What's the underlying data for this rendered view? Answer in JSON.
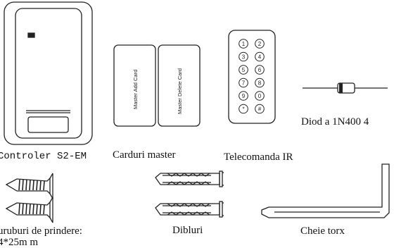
{
  "items": {
    "controller": {
      "label": "Controler   S2-EM"
    },
    "master_cards": {
      "label": "Carduri master",
      "add_card_text": "Master Add Card",
      "delete_card_text": "Master Delete Card"
    },
    "remote": {
      "label": "Telecomanda IR",
      "keys": [
        "1",
        "2",
        "3",
        "4",
        "5",
        "6",
        "7",
        "8",
        "9",
        "0",
        "*",
        "#"
      ]
    },
    "diode": {
      "label": "Diod a 1N400 4"
    },
    "screws": {
      "label_line1": "uruburi de prindere:",
      "label_line2": "4*25m m"
    },
    "anchors": {
      "label": "Dibluri"
    },
    "torx_key": {
      "label": "Cheie torx"
    }
  }
}
